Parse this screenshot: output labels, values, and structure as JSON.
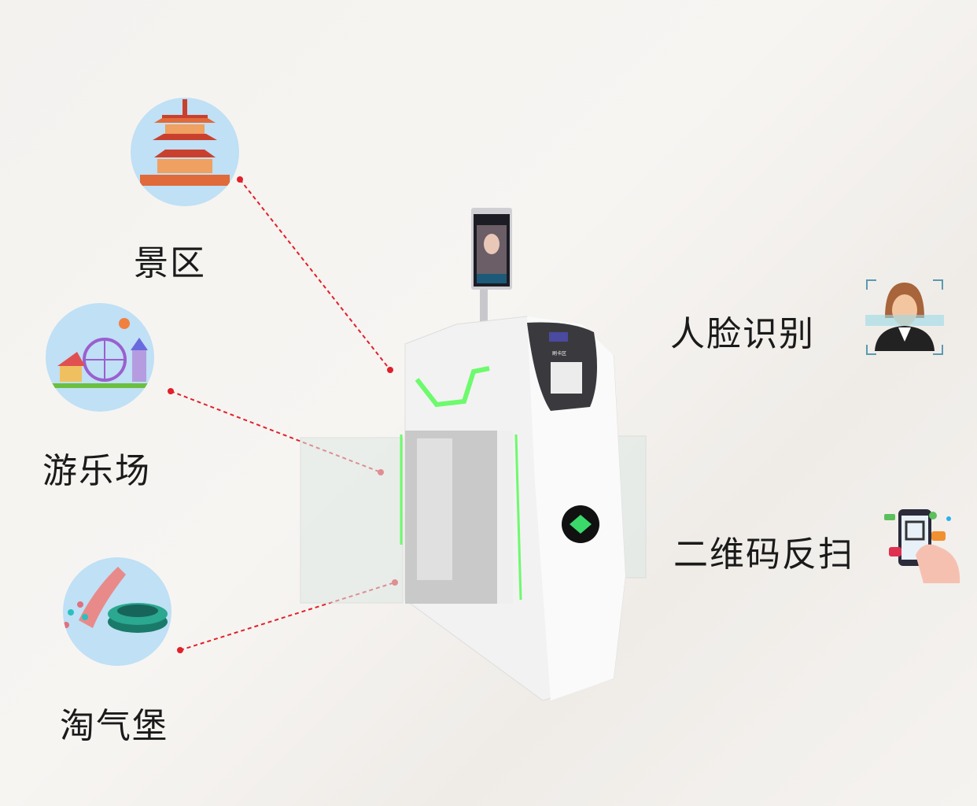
{
  "scenarios": [
    {
      "label": "景区",
      "icon": "pagoda-icon"
    },
    {
      "label": "游乐场",
      "icon": "amusement-park-icon"
    },
    {
      "label": "淘气堡",
      "icon": "playground-icon"
    }
  ],
  "features": [
    {
      "label": "人脸识别",
      "icon": "face-recognition-icon"
    },
    {
      "label": "二维码反扫",
      "icon": "qr-scan-phone-icon"
    }
  ],
  "device": {
    "card_reader_label": "刷卡区"
  },
  "colors": {
    "accent_line": "#e0202a",
    "led_green": "#6dfa6d",
    "circle_bg": "#bfe0f5"
  }
}
